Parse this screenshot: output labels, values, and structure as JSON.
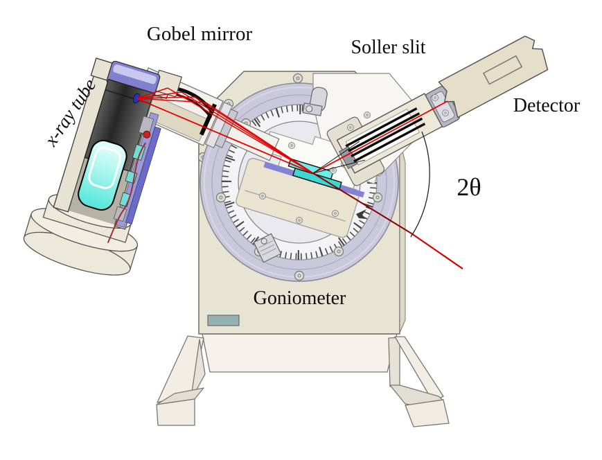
{
  "diagram": {
    "labels": {
      "xray_tube": "x-ray tube",
      "gobel_mirror": "Gobel mirror",
      "soller_slit": "Soller slit",
      "detector": "Detector",
      "goniometer": "Goniometer",
      "two_theta": "2θ"
    },
    "colors": {
      "beam_red": "#e60000",
      "beam_dark_red": "#8b0000",
      "beam_bright_red": "#d40000",
      "body_beige": "#e8e4d4",
      "body_side": "#ddd9c8",
      "ring_lavender": "#c9c9db",
      "tick_ring_white": "#f4f4f6",
      "inner_disc": "#e9e9ee",
      "platform_beige": "#e9e3d0",
      "sample_cyan_top": "#6ceee6",
      "sample_cyan_bottom": "#3ed6cf",
      "holder_purple": "#8383d6",
      "cap_purple": "#8080cf",
      "teal_plate": "#96b1b1",
      "detector_beige": "#e5dfc9",
      "soller_beige": "#ece7d6",
      "focal_spot_blue": "#2233c8"
    }
  }
}
